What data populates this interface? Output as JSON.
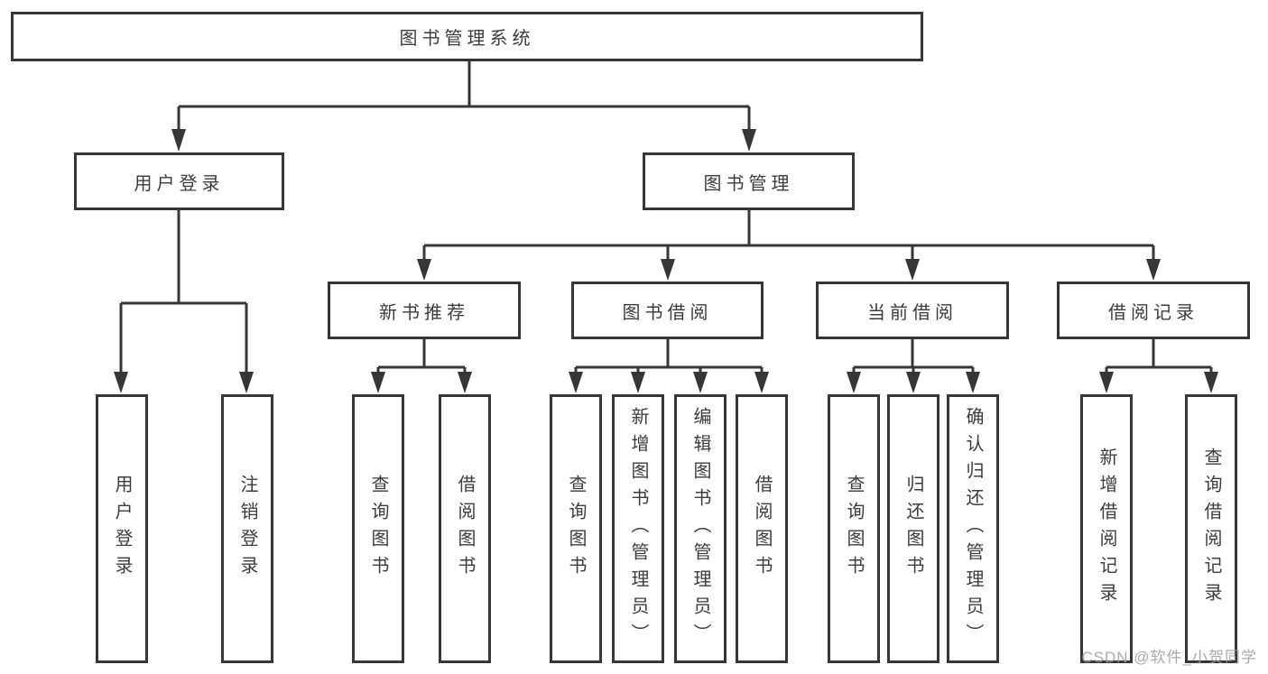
{
  "diagram": {
    "root": "图书管理系统",
    "nodes": {
      "user_login": "用户登录",
      "book_mgmt": "图书管理",
      "new_books": "新书推荐",
      "book_borrow": "图书借阅",
      "current_borrow": "当前借阅",
      "borrow_records": "借阅记录"
    },
    "leaves": {
      "user_login": [
        "用户登录",
        "注销登录"
      ],
      "new_books": [
        "查询图书",
        "借阅图书"
      ],
      "book_borrow": [
        "查询图书",
        "新增图书（管理员）",
        "编辑图书（管理员）",
        "借阅图书"
      ],
      "current_borrow": [
        "查询图书",
        "归还图书",
        "确认归还（管理员）"
      ],
      "borrow_records": [
        "新增借阅记录",
        "查询借阅记录"
      ]
    },
    "colors": {
      "line": "#363636",
      "box_border": "#363636",
      "text": "#3c3c3c",
      "background": "#ffffff",
      "watermark": "#9c9c9c"
    },
    "watermark": "CSDN @软件_小贺同学"
  }
}
